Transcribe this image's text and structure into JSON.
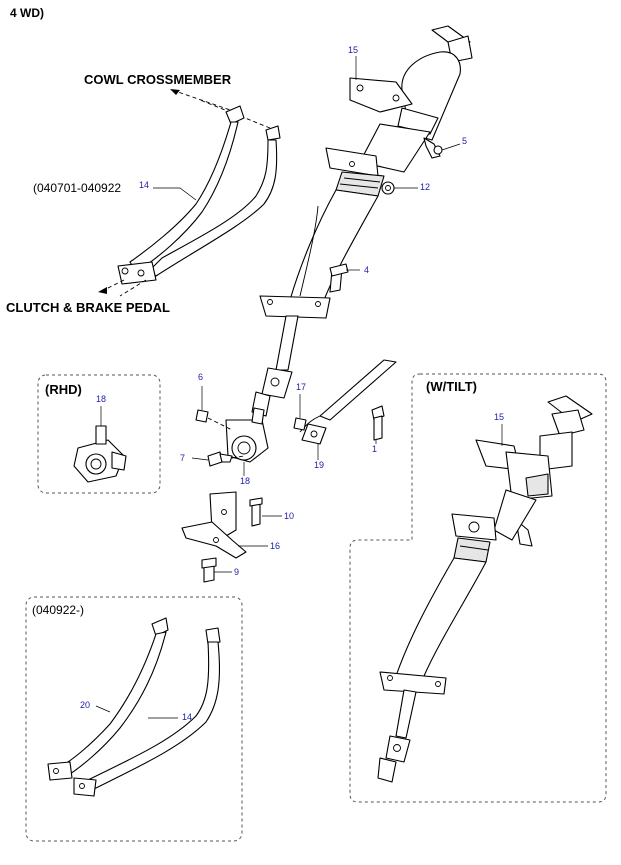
{
  "header": {
    "label": "4 WD)"
  },
  "labels": {
    "cowl_crossmember": "COWL CROSSMEMBER",
    "clutch_brake_pedal": "CLUTCH & BRAKE  PEDAL",
    "date_range_old": "(040701-040922",
    "date_range_new": "(040922-)",
    "rhd": "(RHD)",
    "w_tilt": "(W/TILT)"
  },
  "callouts": {
    "c15_top": "15",
    "c5": "5",
    "c12": "12",
    "c4": "4",
    "c14_top": "14",
    "c6": "6",
    "c17": "17",
    "c7": "7",
    "c19": "19",
    "c1": "1",
    "c18_main": "18",
    "c10": "10",
    "c16": "16",
    "c9": "9",
    "c18_rhd": "18",
    "c15_tilt": "15",
    "c20": "20",
    "c14_bottom": "14"
  },
  "colors": {
    "callout": "#1c1ca8",
    "line": "#000000",
    "box_dash": "#555555"
  }
}
